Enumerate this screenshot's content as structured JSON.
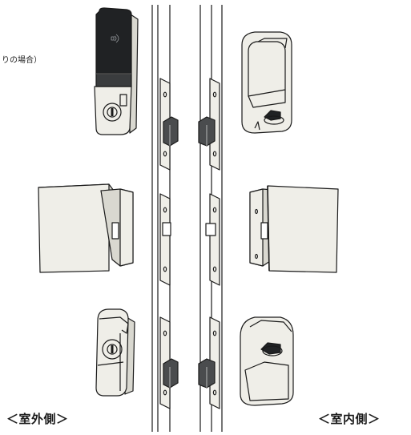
{
  "labels": {
    "note": "りの場合）",
    "outdoor": "＜室外側＞",
    "indoor": "＜室内側＞"
  },
  "colors": {
    "outline": "#1a1a1a",
    "body_fill": "#efeee8",
    "body_shade": "#d9d8d0",
    "panel_dark": "#202224",
    "latch_dark": "#4a4c4e",
    "background": "#ffffff"
  },
  "icons": {
    "panel": "key-card-icon",
    "cylinder": "key-cylinder-icon",
    "thumbturn": "thumb-turn-icon"
  }
}
